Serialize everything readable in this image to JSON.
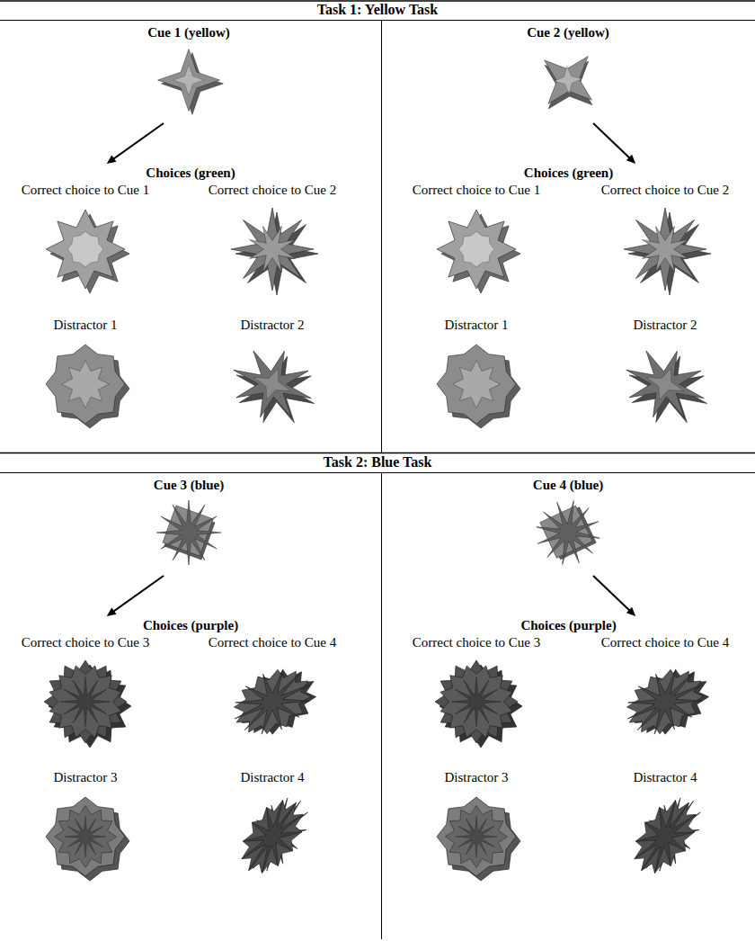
{
  "diagram": {
    "nodes": [
      {
        "text": [
          "Task 1: Yellow Task"
        ]
      },
      {
        "text": [
          "Cue 1 (yellow)"
        ],
        "in": 0
      },
      {
        "text": [
          "Choices (green)"
        ],
        "in": 0
      },
      {
        "text": [
          "Correct choice to Cue 1"
        ],
        "in": 2
      },
      {
        "text": [
          "Correct choice to Cue 2"
        ],
        "in": 2
      },
      {
        "text": [
          "Distractor 1"
        ],
        "in": 2
      },
      {
        "text": [
          "Distractor 2"
        ],
        "in": 2
      },
      {
        "text": [
          "Cue 2 (yellow)"
        ],
        "in": 0
      },
      {
        "text": [
          "Choices (green)"
        ],
        "in": 0
      },
      {
        "text": [
          "Correct choice to Cue 1"
        ],
        "in": 8
      },
      {
        "text": [
          "Correct choice to Cue 2"
        ],
        "in": 8
      },
      {
        "text": [
          "Distractor 1"
        ],
        "in": 8
      },
      {
        "text": [
          "Distractor 2"
        ],
        "in": 8
      },
      {
        "text": [
          "Task 2: Blue Task"
        ]
      },
      {
        "text": [
          "Cue 3 (blue)"
        ],
        "in": 13
      },
      {
        "text": [
          "Choices (purple)"
        ],
        "in": 13
      },
      {
        "text": [
          "Correct choice to Cue 3"
        ],
        "in": 15
      },
      {
        "text": [
          "Correct choice to Cue 4"
        ],
        "in": 15
      },
      {
        "text": [
          "Distractor 3"
        ],
        "in": 15
      },
      {
        "text": [
          "Distractor 4"
        ],
        "in": 15
      },
      {
        "text": [
          "Cue 4 (blue)"
        ],
        "in": 13
      },
      {
        "text": [
          "Choices (purple)"
        ],
        "in": 13
      },
      {
        "text": [
          "Correct choice to Cue 3"
        ],
        "in": 21
      },
      {
        "text": [
          "Correct choice to Cue 4"
        ],
        "in": 21
      },
      {
        "text": [
          "Distractor 3"
        ],
        "in": 21
      },
      {
        "text": [
          "Distractor 4"
        ],
        "in": 21
      }
    ],
    "edges": [
      {
        "from": 1,
        "to": 2,
        "arrow": "to"
      },
      {
        "from": 7,
        "to": 8,
        "arrow": "to"
      },
      {
        "from": 14,
        "to": 15,
        "arrow": "to"
      },
      {
        "from": 20,
        "to": 21,
        "arrow": "to"
      }
    ]
  }
}
